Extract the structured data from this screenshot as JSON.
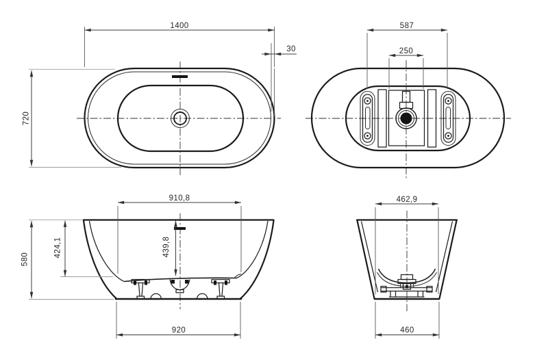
{
  "drawing": {
    "type": "bathtub-technical-drawing",
    "colors": {
      "background": "#ffffff",
      "outline": "#1b1b1b",
      "dimension": "#3c3c3c",
      "extension_light": "#9b9b9b"
    }
  },
  "dimensions": {
    "plan": {
      "length": "1400",
      "rim_width": "30",
      "width": "720"
    },
    "underside": {
      "bracket_spacing": "587",
      "drain_board_width": "250"
    },
    "side": {
      "opening_length": "910,8",
      "inner_depth_wall": "424,1",
      "inner_depth_center": "439,8",
      "overall_height": "580",
      "base_length": "920"
    },
    "end": {
      "opening_width": "462,9",
      "base_width": "460"
    }
  }
}
